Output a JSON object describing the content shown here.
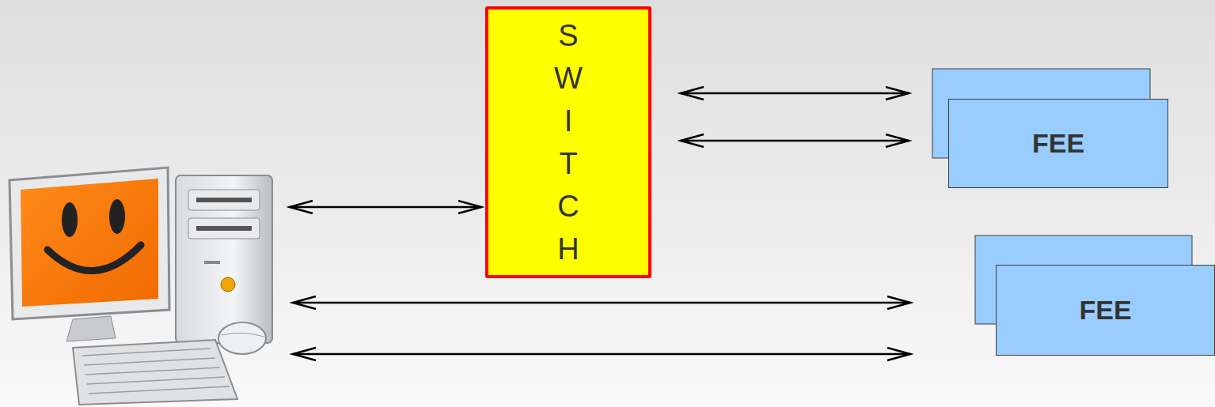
{
  "diagram": {
    "nodes": [
      {
        "text": [
          "S W I T C H"
        ]
      },
      {
        "text": [
          "FEE"
        ]
      },
      {
        "text": [
          "FEE"
        ]
      }
    ],
    "edges": [
      {
        "from": 0,
        "to": 1,
        "arrow": "both"
      },
      {
        "from": 0,
        "to": 1,
        "arrow": "both"
      }
    ]
  }
}
